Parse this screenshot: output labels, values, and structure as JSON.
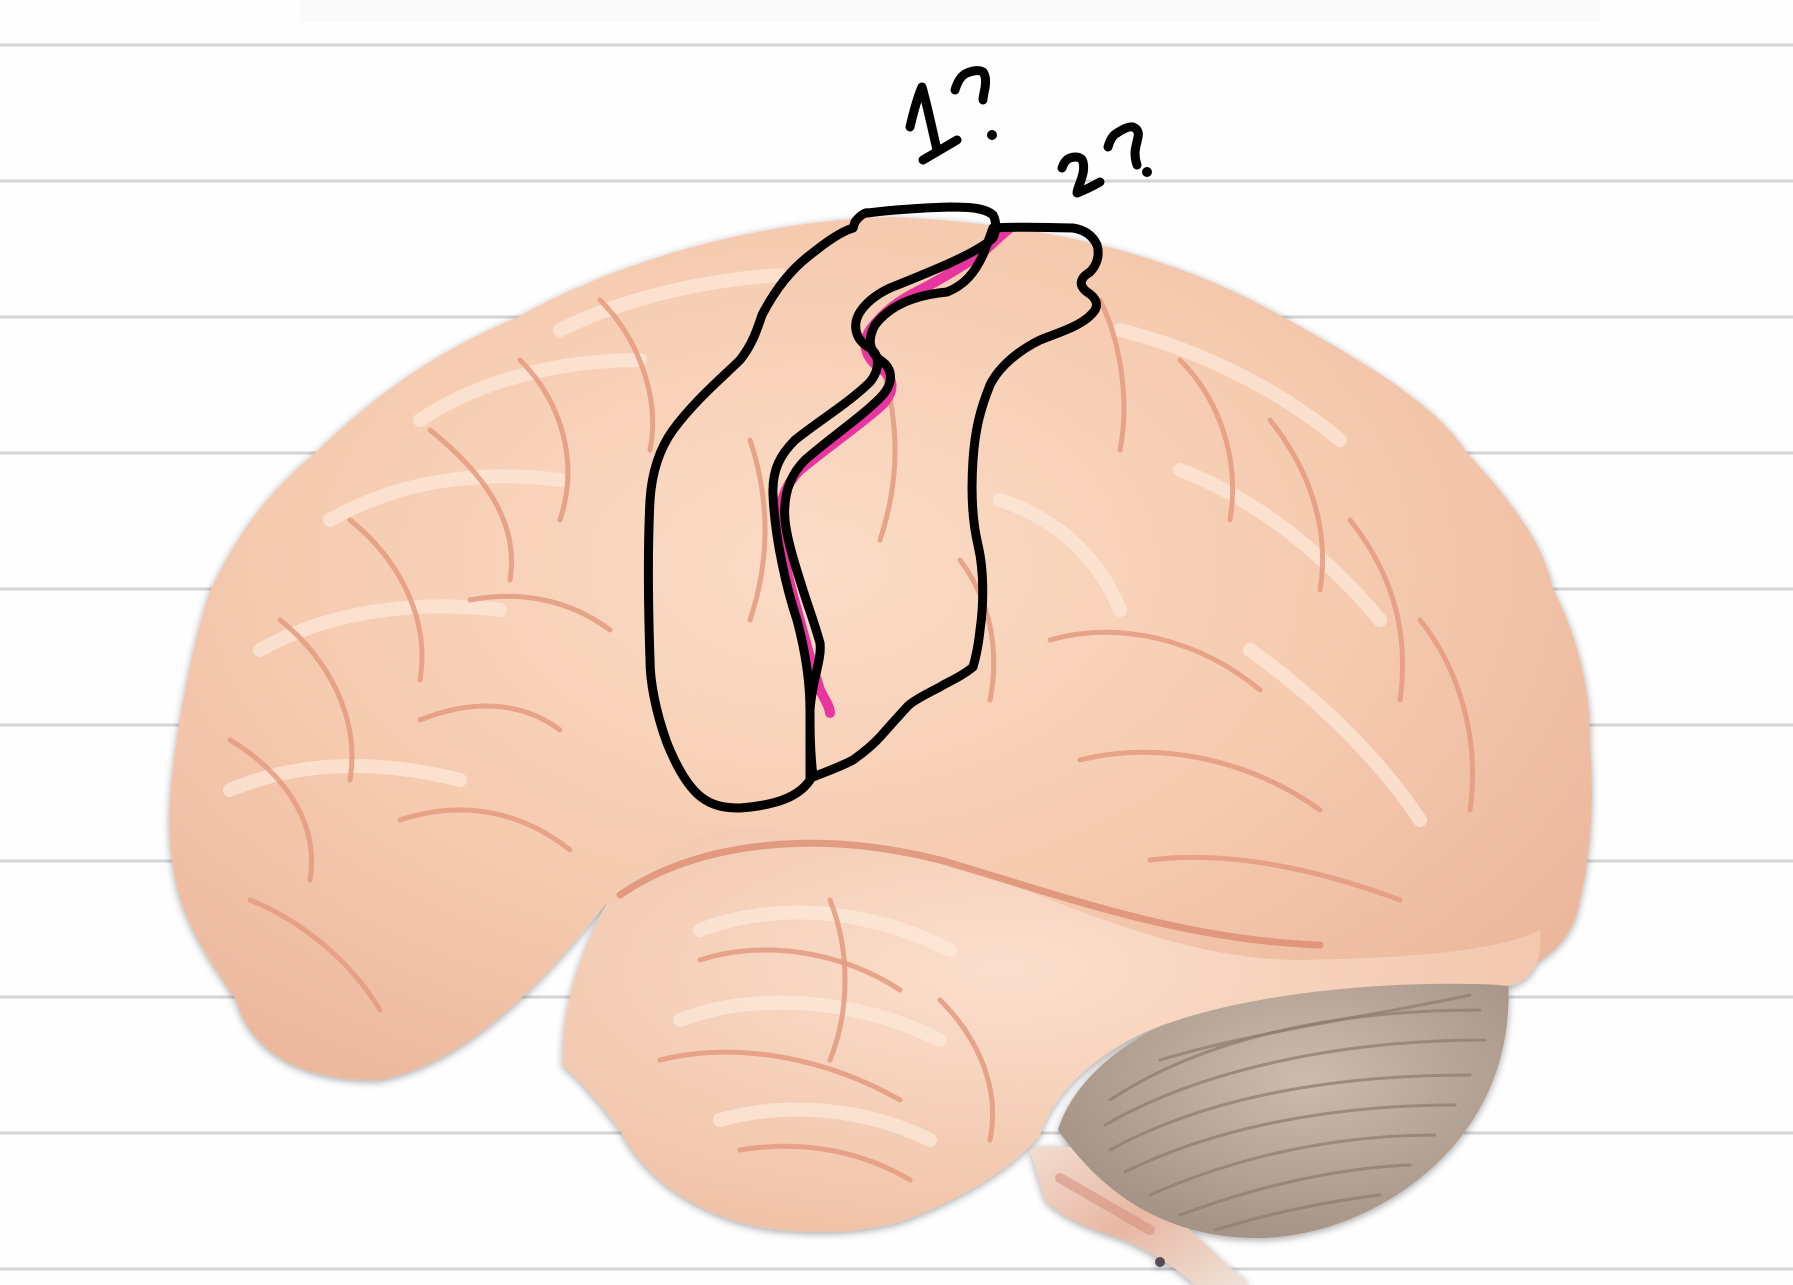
{
  "image": {
    "description": "Lateral view of a brain model on ruled notebook paper, with hand-drawn outlines and question labels",
    "background_color": "#fefefe",
    "rule_color": "#d3d3d5",
    "rule_y_positions": [
      45,
      181,
      317,
      453,
      589,
      725,
      861,
      997,
      1133,
      1269
    ]
  },
  "annotations": {
    "labels": [
      {
        "id": "label-1",
        "text": "1?",
        "meaning": "question mark label for outlined region 1"
      },
      {
        "id": "label-2",
        "text": "2?",
        "meaning": "question mark label for outlined region 2"
      }
    ],
    "ink_color": "#000000",
    "highlight_color": "#e8359f",
    "region_1_name": "outlined region 1 (anterior gyrus strip)",
    "region_2_name": "outlined region 2 (posterior gyrus strip)",
    "highlight_line_name": "pink line along sulcus between regions"
  },
  "specimen": {
    "cerebrum_color": "#f4c9ae",
    "cerebrum_highlight": "#fbe3d0",
    "sulcus_color": "#e2957a",
    "cerebellum_color": "#b9a89a",
    "brainstem_color": "#e8d6c8"
  }
}
